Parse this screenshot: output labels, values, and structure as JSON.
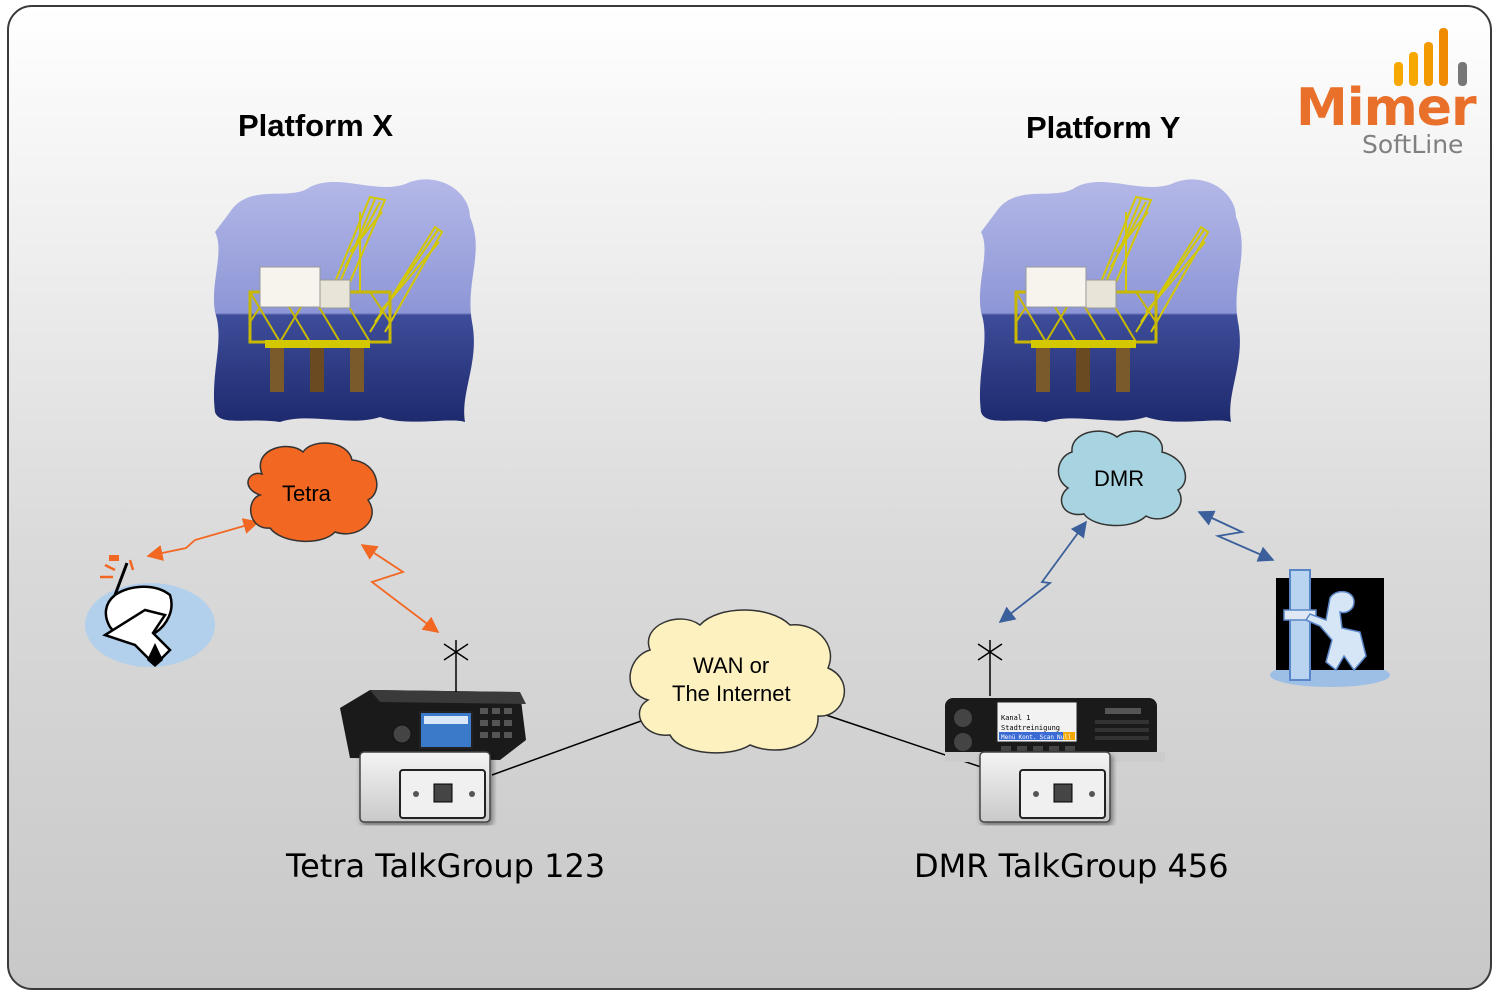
{
  "platforms": {
    "x": {
      "title": "Platform X"
    },
    "y": {
      "title": "Platform Y"
    }
  },
  "clouds": {
    "tetra": {
      "label": "Tetra",
      "color": "#f26722"
    },
    "dmr": {
      "label": "DMR",
      "color": "#a8d3e0"
    },
    "wan": {
      "line1": "WAN or",
      "line2": "The Internet",
      "color": "#fdf2bf"
    }
  },
  "talkgroups": {
    "tetra": "Tetra TalkGroup 123",
    "dmr": "DMR TalkGroup 456"
  },
  "logo": {
    "name": "Mimer",
    "sub": "SoftLine",
    "color": "#e8702a",
    "bar_color": "#f6a800"
  },
  "radios": {
    "dmr_display": {
      "line1": "Kanal 1",
      "line2": "Stadtreinigung",
      "softkeys": [
        "Menü",
        "Kont.",
        "Scan",
        "Null"
      ]
    }
  },
  "link_colors": {
    "tetra": "#f26722",
    "dmr": "#3a5f9a",
    "wire": "#000000"
  },
  "icons": [
    "offshore-platform-icon",
    "tetra-handheld-user-icon",
    "pipe-worker-icon",
    "mobile-radio-icon",
    "gateway-box-icon",
    "antenna-icon"
  ]
}
